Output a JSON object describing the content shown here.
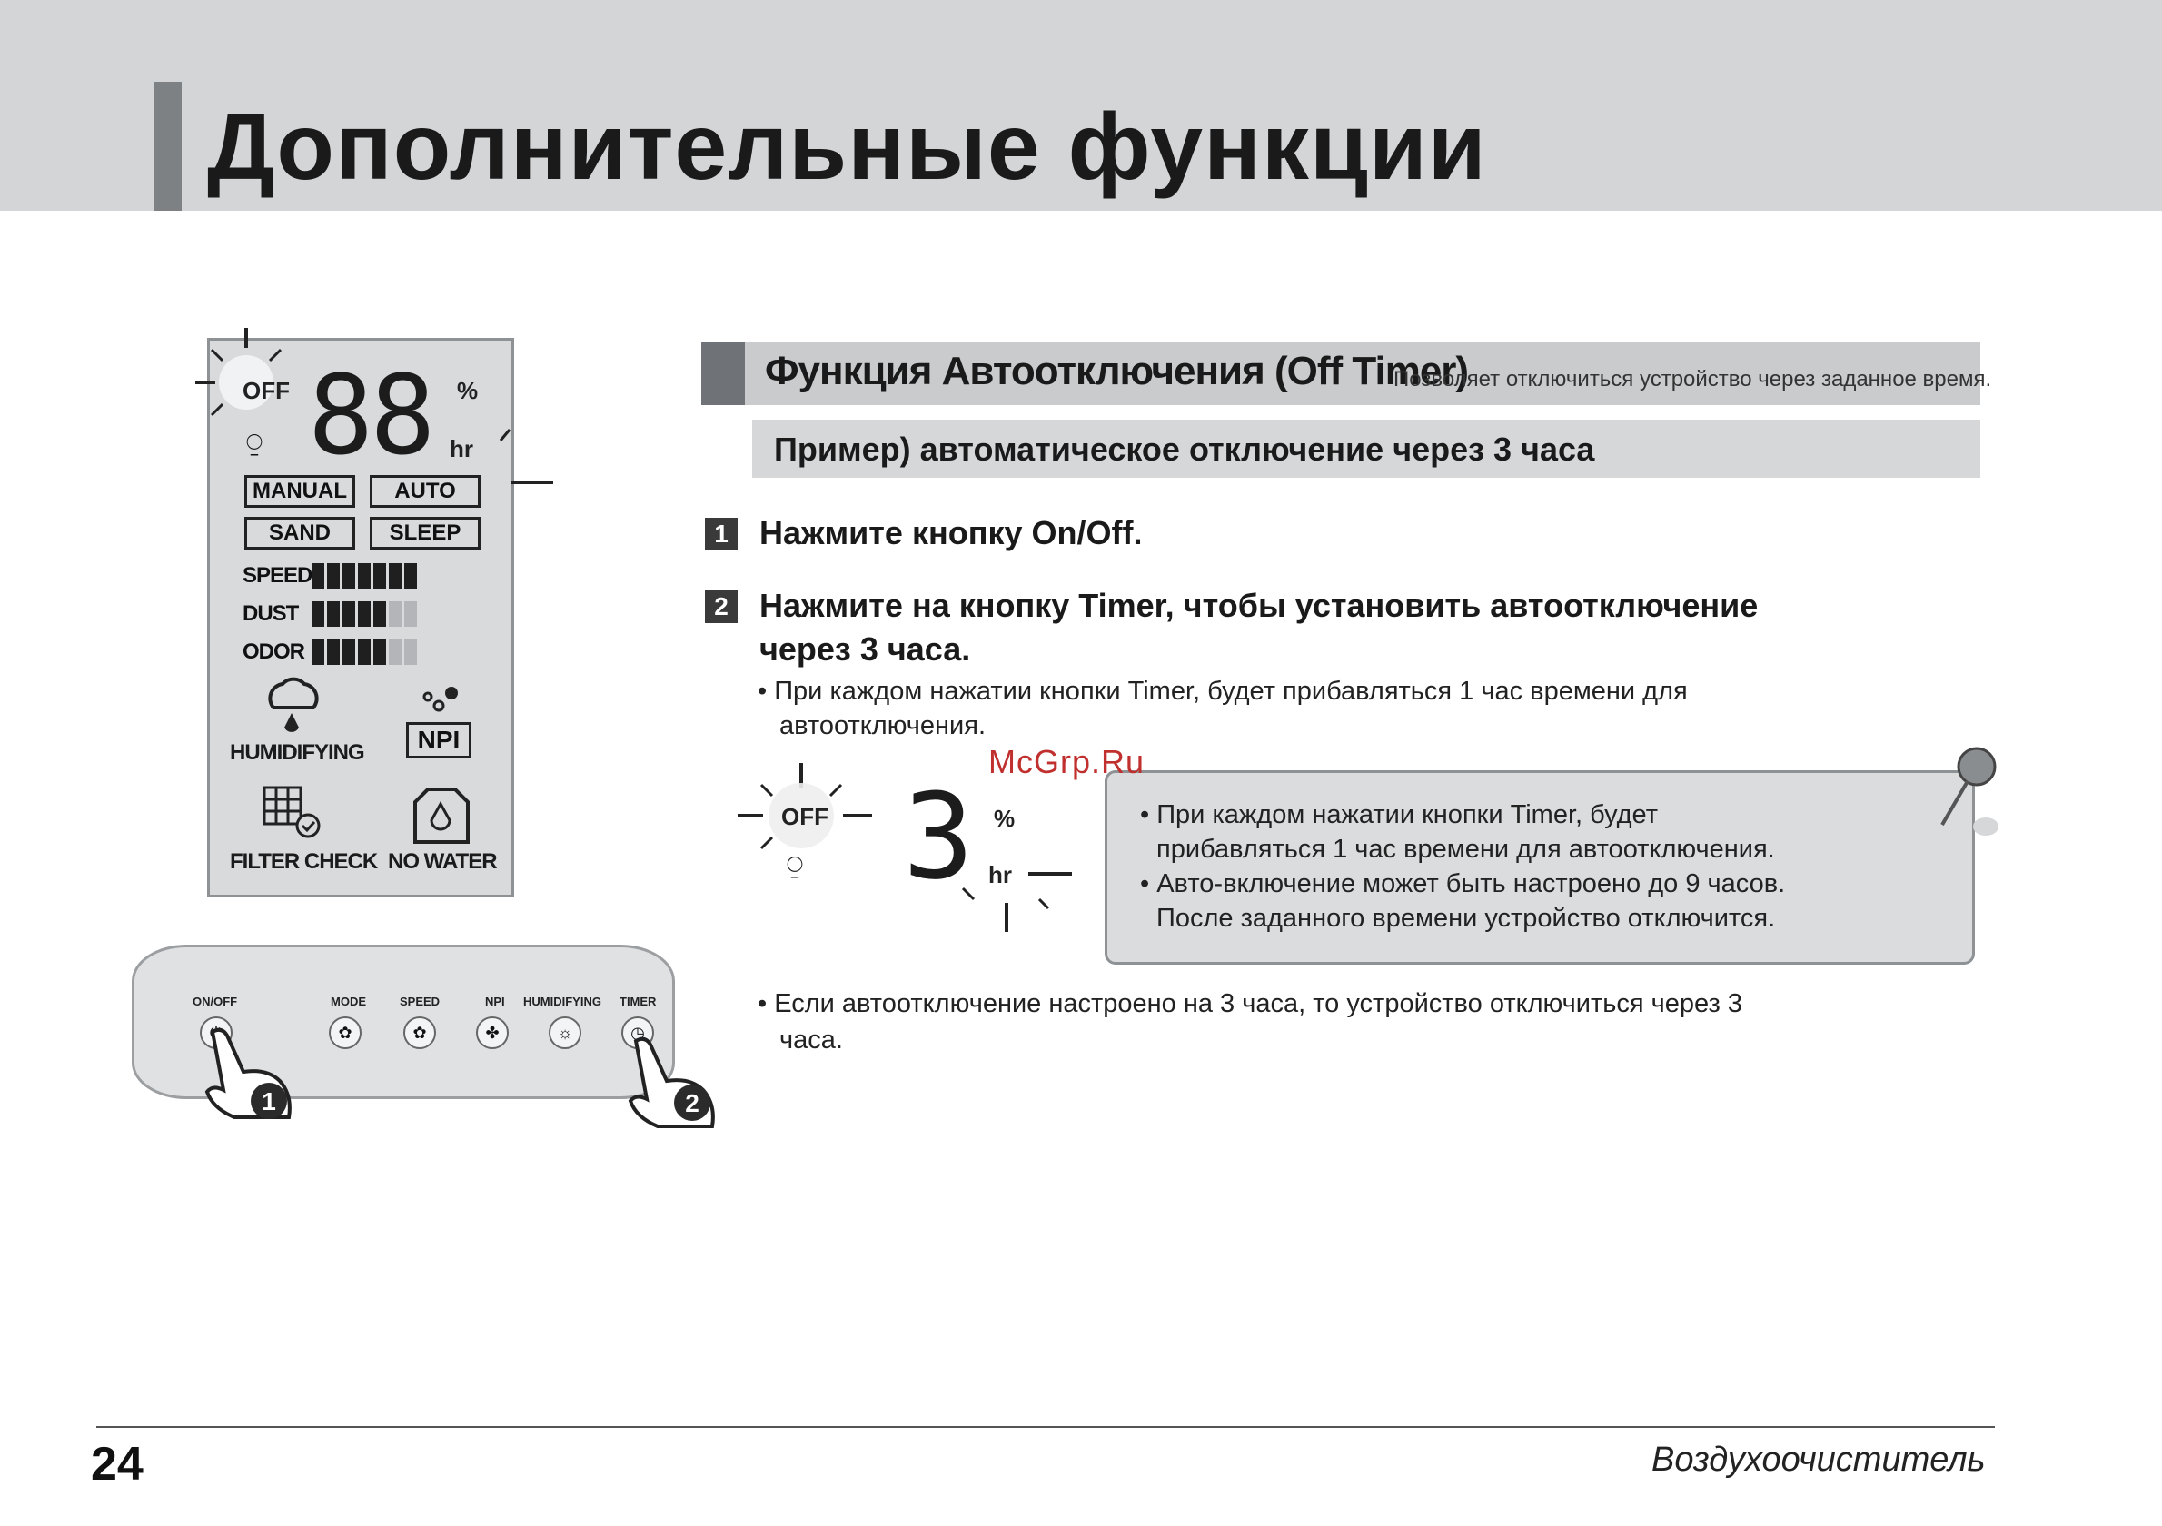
{
  "header": {
    "title": "Дополнительные функции"
  },
  "lcd": {
    "off_label": "OFF",
    "digits": "88",
    "percent": "%",
    "hr": "hr",
    "modes": [
      "MANUAL",
      "AUTO",
      "SAND",
      "SLEEP"
    ],
    "rows": [
      {
        "label": "SPEED",
        "filled": 7,
        "total": 7
      },
      {
        "label": "DUST",
        "filled": 5,
        "total": 7
      },
      {
        "label": "ODOR",
        "filled": 5,
        "total": 7
      }
    ],
    "icons": [
      "HUMIDIFYING",
      "NPI",
      "FILTER CHECK",
      "NO WATER"
    ]
  },
  "control_panel": {
    "labels": [
      "ON/OFF",
      "MODE",
      "SPEED",
      "NPI",
      "HUMIDIFYING",
      "TIMER"
    ],
    "callouts": [
      "1",
      "2"
    ]
  },
  "section": {
    "title": "Функция Автоотключения (Off Timer)",
    "subtitle": "Позволяет отключиться устройство через заданное время.",
    "example": "Пример) автоматическое отключение через 3 часа"
  },
  "steps": [
    {
      "num": "1",
      "text": "Нажмите кнопку On/Off."
    },
    {
      "num": "2",
      "text_line1": "Нажмите на кнопку  Timer, чтобы установить автоотключение",
      "text_line2": "через 3 часа."
    }
  ],
  "step2_bullet": {
    "line1": "• При каждом нажатии кнопки Timer, будет прибавляться 1 час времени для",
    "line2": "автоотключения."
  },
  "mini_display": {
    "off_label": "OFF",
    "digit": "3",
    "percent": "%",
    "hr": "hr"
  },
  "note": {
    "lines": [
      "• При каждом нажатии кнопки Timer, будет",
      "прибавляться 1 час времени для автоотключения.",
      "• Авто-включение может быть настроено до 9 часов.",
      "После заданного времени устройство отключится."
    ]
  },
  "final_bullet": {
    "line1": "• Если автоотключение настроено на 3 часа, то устройство отключиться через 3",
    "line2": "часа."
  },
  "watermark": "McGrp.Ru",
  "footer": {
    "page_number": "24",
    "title": "Воздухоочиститель"
  }
}
